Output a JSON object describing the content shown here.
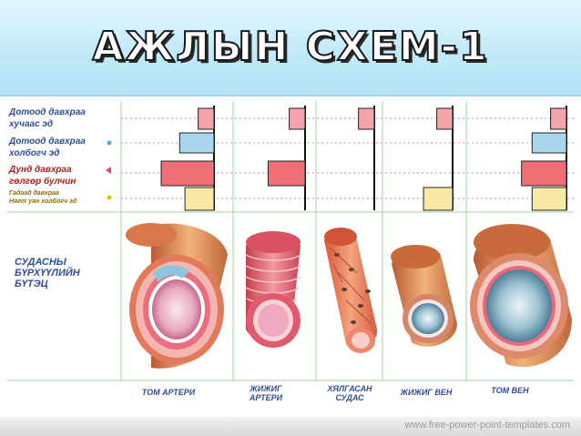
{
  "title": "АЖЛЫН СХЕМ-1",
  "layers": [
    {
      "line1": "Дотоод давхраа",
      "line2": "хучаас эд"
    },
    {
      "line1": "Дотоод давхраа",
      "line2": "холбогч эд"
    },
    {
      "line1": "Дунд давхраа",
      "line2": "гөлгөр булчин"
    },
    {
      "line1": "Гадаад давхраа",
      "line2": "Нягт уян холбогч эд"
    }
  ],
  "structure_label": [
    "СУДАСНЫ",
    "БҮРХҮҮЛИЙН",
    "БҮТЭЦ"
  ],
  "vessels": [
    {
      "name_lines": [
        "ТОМ АРТЕРИ"
      ]
    },
    {
      "name_lines": [
        "ЖИЖИГ",
        "АРТЕРИ"
      ]
    },
    {
      "name_lines": [
        "ХЯЛГАСАН",
        "СУДАС"
      ]
    },
    {
      "name_lines": [
        "ЖИЖИГ ВЕН"
      ]
    },
    {
      "name_lines": [
        "ТОМ ВЕН"
      ]
    }
  ],
  "bar_levels": [
    [
      0.3,
      0.65,
      1.0,
      0.55
    ],
    [
      0.3,
      0,
      0.7,
      0
    ],
    [
      0.3,
      0,
      0,
      0
    ],
    [
      0.3,
      0,
      0,
      0.55
    ],
    [
      0.3,
      0.65,
      0.85,
      0.65
    ]
  ],
  "colors": {
    "layer_fills": [
      "#f4a3a8",
      "#a9d6ec",
      "#ee6f76",
      "#fae9a6"
    ],
    "grid_line": "#9fd49f",
    "dotted_line": "#e8a0b0",
    "title_bg": "#c0e9f8"
  },
  "footer": "www.free-power-point-templates.com"
}
